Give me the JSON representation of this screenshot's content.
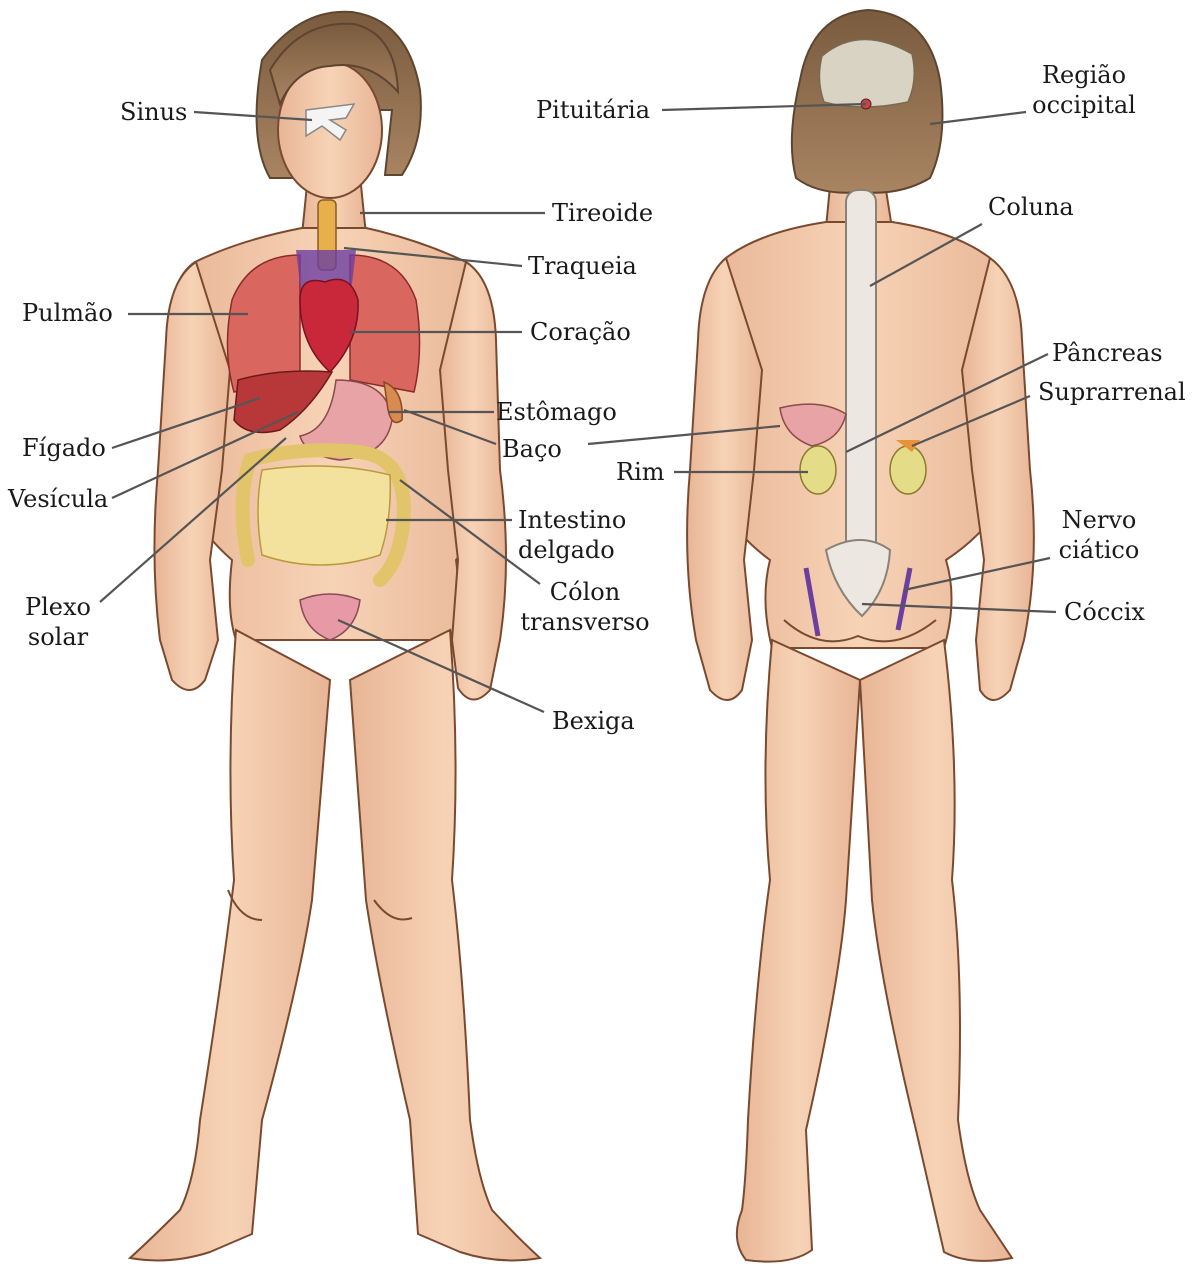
{
  "front": {
    "sinus": "Sinus",
    "pulmao": "Pulmão",
    "figado": "Fígado",
    "vesicula": "Vesícula",
    "plexo_l1": "Plexo",
    "plexo_l2": "solar",
    "tireoide": "Tireoide",
    "traqueia": "Traqueia",
    "coracao": "Coração",
    "estomago": "Estômago",
    "baco": "Baço",
    "intestino_l1": "Intestino",
    "intestino_l2": "delgado",
    "colon_l1": "Cólon",
    "colon_l2": "transverso",
    "bexiga": "Bexiga"
  },
  "back": {
    "pituitaria": "Pituitária",
    "regiao_l1": "Região",
    "regiao_l2": "occipital",
    "coluna": "Coluna",
    "pancreas": "Pâncreas",
    "suprarrenal": "Suprarrenal",
    "rim": "Rim",
    "nervo_l1": "Nervo",
    "nervo_l2": "ciático",
    "coccix": "Cóccix"
  },
  "colors": {
    "skin": "#f4c9a8",
    "skin_shadow": "#e2a888",
    "hair": "#8a6a48",
    "lung": "#d9675f",
    "heart": "#c8283a",
    "liver": "#b8383a",
    "stomach": "#e7a3a6",
    "intestine": "#ecd58a",
    "bladder": "#e79aa6",
    "spine": "#ece7e0",
    "kidney": "#e4dc86",
    "vein": "#6b3fa0"
  }
}
